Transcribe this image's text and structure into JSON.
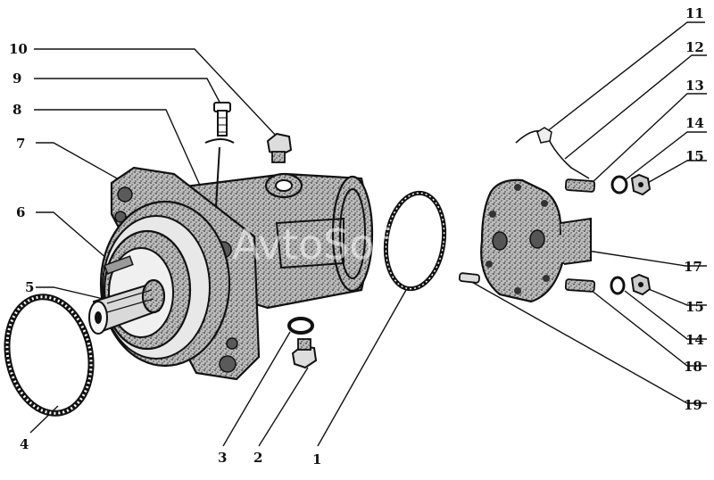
{
  "watermark": "AvtoSoft",
  "callouts": [
    {
      "id": "c1",
      "label": "1"
    },
    {
      "id": "c2",
      "label": "2"
    },
    {
      "id": "c3",
      "label": "3"
    },
    {
      "id": "c4",
      "label": "4"
    },
    {
      "id": "c5",
      "label": "5"
    },
    {
      "id": "c6",
      "label": "6"
    },
    {
      "id": "c7",
      "label": "7"
    },
    {
      "id": "c8",
      "label": "8"
    },
    {
      "id": "c9",
      "label": "9"
    },
    {
      "id": "c10",
      "label": "10"
    },
    {
      "id": "c11",
      "label": "11"
    },
    {
      "id": "c12",
      "label": "12"
    },
    {
      "id": "c13",
      "label": "13"
    },
    {
      "id": "c14a",
      "label": "14"
    },
    {
      "id": "c14b",
      "label": "14"
    },
    {
      "id": "c15a",
      "label": "15"
    },
    {
      "id": "c15b",
      "label": "15"
    },
    {
      "id": "c17",
      "label": "17"
    },
    {
      "id": "c18",
      "label": "18"
    },
    {
      "id": "c19",
      "label": "19"
    }
  ]
}
